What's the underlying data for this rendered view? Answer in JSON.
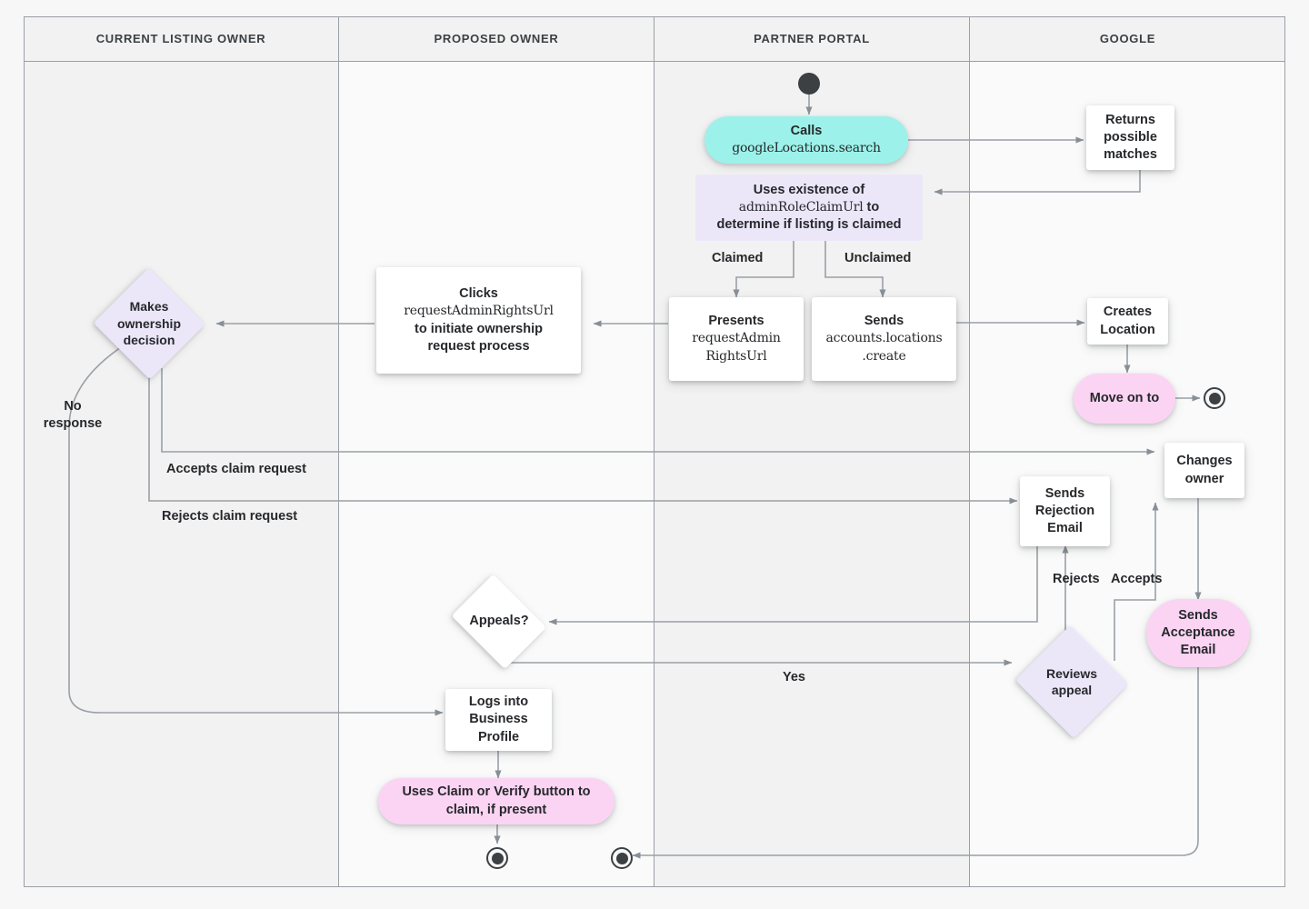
{
  "diagram": {
    "title": "Listing ownership transfer flow",
    "colors": {
      "page_background": "#f7f7f7",
      "lane_shade_a": "#f2f2f2",
      "lane_shade_b": "#fafafa",
      "lane_border": "#9aa0a6",
      "connector": "#9aa0a6",
      "text": "#26282b",
      "api_call_pill": "#9cf2ea",
      "decision_lavender": "#ebe7f9",
      "google_action_pink": "#fbd4f3",
      "terminator": "#3c4043"
    }
  },
  "lanes": [
    {
      "id": "current-listing-owner",
      "label": "CURRENT LISTING OWNER"
    },
    {
      "id": "proposed-owner",
      "label": "PROPOSED OWNER"
    },
    {
      "id": "partner-portal",
      "label": "PARTNER PORTAL"
    },
    {
      "id": "google",
      "label": "GOOGLE"
    }
  ],
  "nodes": {
    "calls_search": {
      "line1": "Calls",
      "line2": "googleLocations.search"
    },
    "returns_matches": {
      "text": "Returns\npossible\nmatches"
    },
    "uses_existence": {
      "line1": "Uses existence of",
      "line2": "adminRoleClaimUrl",
      "line3": " to",
      "line4": "determine if listing is claimed"
    },
    "presents_url": {
      "line1": "Presents",
      "line2": "requestAdmin",
      "line3": "RightsUrl"
    },
    "sends_create": {
      "line1": "Sends",
      "line2": "accounts.locations",
      "line3": ".create"
    },
    "clicks_url": {
      "line1": "Clicks",
      "line2": "requestAdminRightsUrl",
      "line3": "to initiate ownership",
      "line4": "request process"
    },
    "makes_decision": {
      "text": "Makes\nownership\ndecision"
    },
    "creates_location": {
      "text": "Creates\nLocation"
    },
    "move_on_to": {
      "text": "Move on to"
    },
    "changes_owner": {
      "text": "Changes\nowner"
    },
    "sends_rejection": {
      "text": "Sends\nRejection\nEmail"
    },
    "sends_acceptance": {
      "text": "Sends\nAcceptance\nEmail"
    },
    "reviews_appeal": {
      "text": "Reviews\nappeal"
    },
    "appeals": {
      "text": "Appeals?"
    },
    "logs_in": {
      "text": "Logs into\nBusiness\nProfile"
    },
    "uses_claim_button": {
      "text": "Uses Claim or Verify button to\nclaim, if present"
    }
  },
  "edge_labels": {
    "claimed": "Claimed",
    "unclaimed": "Unclaimed",
    "no_response": "No\nresponse",
    "accepts_claim": "Accepts claim request",
    "rejects_claim": "Rejects claim request",
    "rejects": "Rejects",
    "accepts": "Accepts",
    "yes": "Yes"
  }
}
